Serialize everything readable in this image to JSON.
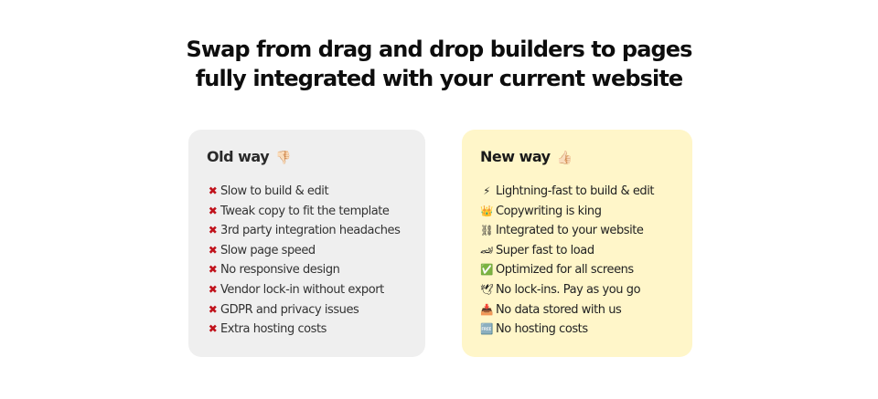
{
  "headline": {
    "line1": "Swap from drag and drop builders to pages",
    "line2": "fully integrated with your current website"
  },
  "colors": {
    "old_card_bg": "#efefef",
    "new_card_bg": "#fff6c9",
    "cross_mark": "#c0121b",
    "text": "#111111"
  },
  "old_way": {
    "title": "Old way",
    "title_icon": "👎🏻",
    "title_icon_name": "thumbs-down-icon",
    "item_icon": "✖",
    "items": [
      "Slow to build & edit",
      "Tweak copy to fit the template",
      "3rd party integration headaches",
      "Slow page speed",
      "No responsive design",
      "Vendor lock-in without export",
      "GDPR and privacy issues",
      "Extra hosting costs"
    ]
  },
  "new_way": {
    "title": "New way",
    "title_icon": "👍🏻",
    "title_icon_name": "thumbs-up-icon",
    "items": [
      {
        "icon": "⚡",
        "icon_name": "lightning-icon",
        "label": "Lightning-fast to build & edit"
      },
      {
        "icon": "👑",
        "icon_name": "crown-icon",
        "label": "Copywriting is king"
      },
      {
        "icon": "⛓",
        "icon_name": "chain-icon",
        "label": "Integrated to your website"
      },
      {
        "icon": "🏎",
        "icon_name": "race-car-icon",
        "label": "Super fast to load"
      },
      {
        "icon": "✅",
        "icon_name": "check-mark-icon",
        "label": "Optimized for all screens"
      },
      {
        "icon": "🕊",
        "icon_name": "dove-icon",
        "label": "No lock-ins. Pay as you go"
      },
      {
        "icon": "📥",
        "icon_name": "inbox-tray-icon",
        "label": "No data stored with us"
      },
      {
        "icon": "🆓",
        "icon_name": "free-icon",
        "label": "No hosting costs"
      }
    ]
  }
}
